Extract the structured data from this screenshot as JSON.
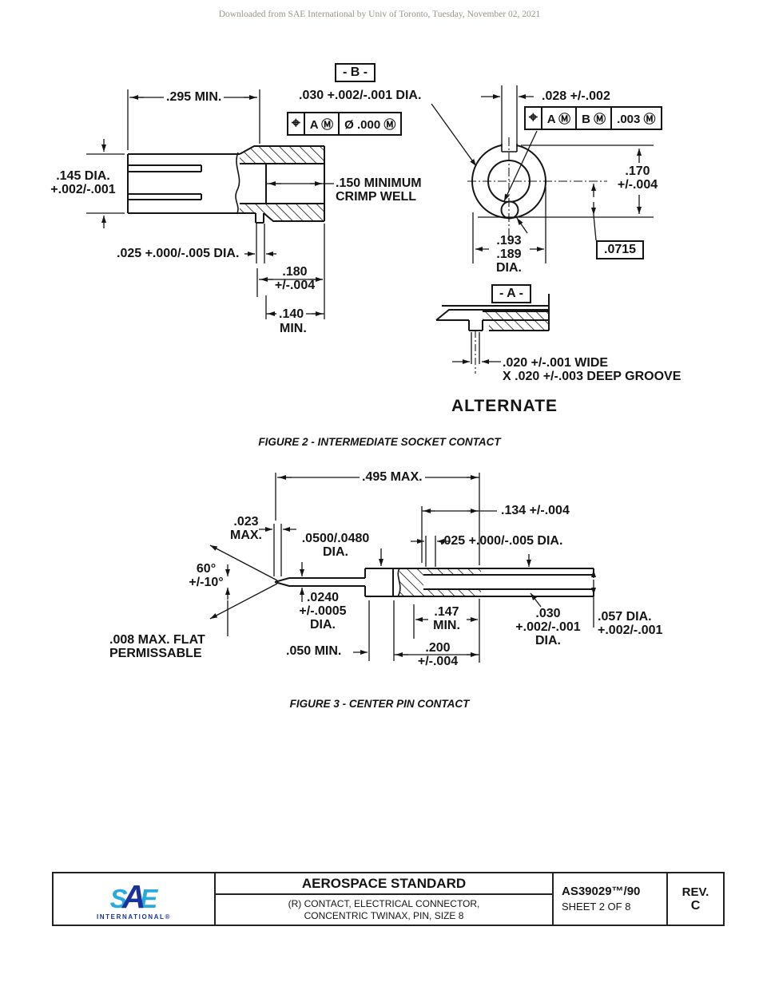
{
  "header": {
    "note": "Downloaded from SAE International by Univ of Toronto, Tuesday, November 02, 2021"
  },
  "figure2": {
    "caption": "FIGURE 2 - INTERMEDIATE SOCKET CONTACT",
    "datum_b": "- B -",
    "datum_a": "- A -",
    "alternate": "ALTERNATE",
    "fcf_left": {
      "c0": "⌖",
      "c1": "A Ⓜ",
      "c2": "Ø .000 Ⓜ"
    },
    "fcf_right": {
      "c0": "⌖",
      "c1": "A Ⓜ",
      "c2": "B Ⓜ",
      "c3": ".003 Ⓜ"
    },
    "dims": {
      "min295": ".295 MIN.",
      "dia030": ".030 +.002/-.001 DIA.",
      "dia145": ".145 DIA.\n+.002/-.001",
      "crimp_well": ".150 MINIMUM\nCRIMP WELL",
      "dia025": ".025 +.000/-.005 DIA.",
      "d180": ".180\n+/-.004",
      "d140": ".140",
      "d140min": "MIN.",
      "d028": ".028 +/-.002",
      "d170": ".170\n+/-.004",
      "d193": ".193\n.189\nDIA.",
      "d0715": ".0715",
      "groove": ".020 +/-.001 WIDE\nX .020 +/-.003 DEEP GROOVE"
    }
  },
  "figure3": {
    "caption": "FIGURE 3 - CENTER PIN CONTACT",
    "dims": {
      "max495": ".495 MAX.",
      "d134": ".134 +/-.004",
      "d023": ".023\nMAX.",
      "d0500": ".0500/.0480\nDIA.",
      "dia025": ".025 +.000/-.005 DIA.",
      "angle": "60°\n+/-10°",
      "d0240": ".0240\n+/-.0005\nDIA.",
      "flat": ".008 MAX. FLAT\nPERMISSABLE",
      "d050": ".050 MIN.",
      "d147": ".147\nMIN.",
      "d200": ".200\n+/-.004",
      "d030": ".030\n+.002/-.001\nDIA.",
      "d057": ".057 DIA.\n+.002/-.001"
    }
  },
  "title_block": {
    "logo": {
      "s": "S",
      "a": "A",
      "e": "E",
      "sub": "INTERNATIONAL®"
    },
    "standard": "AEROSPACE STANDARD",
    "subtitle1": "(R) CONTACT, ELECTRICAL CONNECTOR,",
    "subtitle2": "CONCENTRIC TWINAX, PIN, SIZE 8",
    "doc_number": "AS39029™/90",
    "sheet": "SHEET 2 OF 8",
    "rev_label": "REV.",
    "rev": "C"
  },
  "colors": {
    "line": "#141414",
    "logo_light_blue": "#2aa9e0",
    "logo_dark_blue": "#18339b",
    "header_gray": "#9b958b"
  }
}
